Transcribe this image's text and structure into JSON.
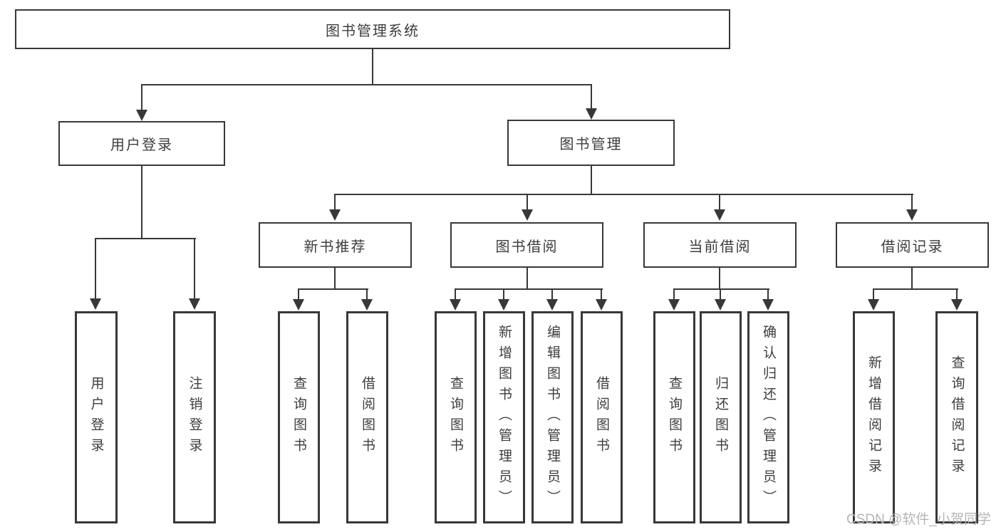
{
  "diagram_title": "图书管理系统",
  "tree": {
    "label": "图书管理系统",
    "children": [
      {
        "label": "用户登录",
        "children": [
          {
            "label": "用户登录"
          },
          {
            "label": "注销登录"
          }
        ]
      },
      {
        "label": "图书管理",
        "children": [
          {
            "label": "新书推荐",
            "children": [
              {
                "label": "查询图书"
              },
              {
                "label": "借阅图书"
              }
            ]
          },
          {
            "label": "图书借阅",
            "children": [
              {
                "label": "查询图书"
              },
              {
                "label": "新增图书（管理员）"
              },
              {
                "label": "编辑图书（管理员）"
              },
              {
                "label": "借阅图书"
              }
            ]
          },
          {
            "label": "当前借阅",
            "children": [
              {
                "label": "查询图书"
              },
              {
                "label": "归还图书"
              },
              {
                "label": "确认归还（管理员）"
              }
            ]
          },
          {
            "label": "借阅记录",
            "children": [
              {
                "label": "新增借阅记录"
              },
              {
                "label": "查询借阅记录"
              }
            ]
          }
        ]
      }
    ]
  },
  "watermark": {
    "text": "CSDN @软件_小贺同学"
  },
  "colors": {
    "line": "#383838",
    "text": "#3d3d3d",
    "watermark": "#b5b5b5",
    "bg": "#ffffff"
  }
}
